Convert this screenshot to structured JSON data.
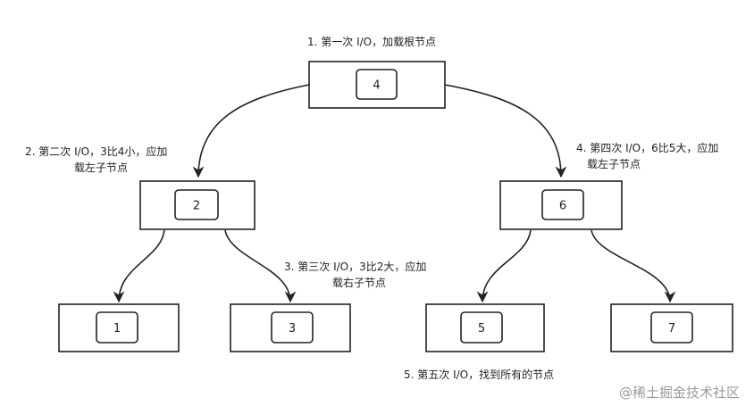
{
  "nodes": {
    "root": {
      "label": "4"
    },
    "left": {
      "label": "2"
    },
    "right": {
      "label": "6"
    },
    "left_left": {
      "label": "1"
    },
    "left_right": {
      "label": "3"
    },
    "right_left": {
      "label": "5"
    },
    "right_right": {
      "label": "7"
    }
  },
  "annotations": {
    "step1": {
      "lines": [
        "1. 第一次 I/O，加载根节点"
      ]
    },
    "step2": {
      "lines": [
        "2. 第二次 I/O，3比4小，应加",
        "载左子节点"
      ]
    },
    "step3": {
      "lines": [
        "3. 第三次 I/O，3比2大，应加",
        "载右子节点"
      ]
    },
    "step4": {
      "lines": [
        "4. 第四次 I/O，6比5大，应加",
        "载左子节点"
      ]
    },
    "step5": {
      "lines": [
        "5. 第五次 I/O，找到所有的节点"
      ]
    }
  },
  "watermark": "@稀土掘金技术社区",
  "colors": {
    "stroke": "#222222",
    "background": "#ffffff",
    "watermark": "#9a9a9a"
  }
}
